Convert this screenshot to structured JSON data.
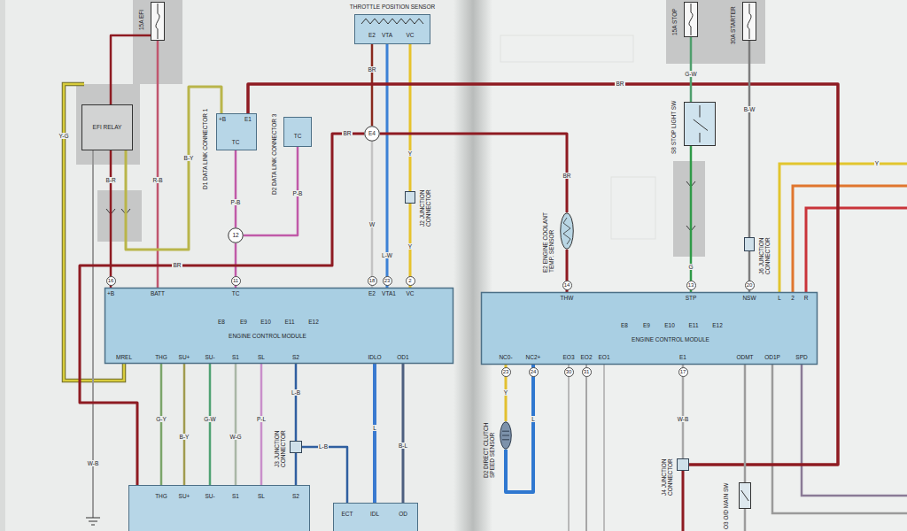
{
  "diagram": {
    "nodes": [
      {
        "text": [
          "15A EFI"
        ]
      },
      {
        "text": [
          "EFI RELAY"
        ]
      },
      {
        "text": [
          "THROTTLE POSITION SENSOR",
          "E2",
          "VTA",
          "VC"
        ]
      },
      {
        "text": [
          "D1 DATA LINK CONNECTOR 1",
          "+B",
          "E1",
          "TC"
        ]
      },
      {
        "text": [
          "D2 DATA LINK CONNECTOR 3",
          "TC"
        ]
      },
      {
        "text": [
          "E4"
        ]
      },
      {
        "text": [
          "J2 JUNCTION CONNECTOR"
        ]
      },
      {
        "text": [
          "12"
        ]
      },
      {
        "text": [
          "E8",
          "E9",
          "E10",
          "E11",
          "E12",
          "ENGINE CONTROL MODULE",
          "16",
          "+B",
          "BATT",
          "11",
          "TC",
          "18",
          "E2",
          "23",
          "VTA1",
          "2",
          "VC",
          "MREL",
          "THG",
          "SU+",
          "SU-",
          "S1",
          "SL",
          "S2",
          "IDLO",
          "OD1"
        ]
      },
      {
        "text": [
          "J3 JUNCTION CONNECTOR"
        ]
      },
      {
        "text": [
          "THG",
          "SU+",
          "SU-",
          "S1",
          "SL",
          "S2"
        ]
      },
      {
        "text": [
          "ECT",
          "IDL",
          "OD"
        ]
      },
      {
        "text": [
          "15A STOP"
        ]
      },
      {
        "text": [
          "30A STARTER"
        ]
      },
      {
        "text": [
          "S8 STOP LIGHT SW"
        ]
      },
      {
        "text": [
          "E2 ENGINE COOLANT TEMP. SENSOR"
        ]
      },
      {
        "text": [
          "J6 JUNCTION CONNECTOR"
        ]
      },
      {
        "text": [
          "E8",
          "E9",
          "E10",
          "E11",
          "E12",
          "ENGINE CONTROL MODULE",
          "14",
          "THW",
          "13",
          "STP",
          "20",
          "NSW",
          "L",
          "2",
          "R",
          "NC0-",
          "23",
          "NC2+",
          "24",
          "EO3",
          "30",
          "EO2",
          "31",
          "EO1",
          "E1",
          "17",
          "ODMT",
          "OD1P",
          "SPD"
        ]
      },
      {
        "text": [
          "D2 DIRECT CLUTCH SPEED SENSOR"
        ]
      },
      {
        "text": [
          "J4 JUNCTION CONNECTOR"
        ]
      },
      {
        "text": [
          "O3 O/D MAIN SW"
        ]
      }
    ],
    "edges": [
      {
        "from": 0,
        "to": 8,
        "arrow": "none"
      },
      {
        "from": 1,
        "to": 8,
        "arrow": "none"
      },
      {
        "from": 3,
        "to": 7,
        "arrow": "none"
      },
      {
        "from": 4,
        "to": 7,
        "arrow": "none"
      },
      {
        "from": 7,
        "to": 8,
        "arrow": "none"
      },
      {
        "from": 2,
        "to": 5,
        "arrow": "none"
      },
      {
        "from": 5,
        "to": 8,
        "arrow": "none"
      },
      {
        "from": 2,
        "to": 8,
        "arrow": "none"
      },
      {
        "from": 2,
        "to": 6,
        "arrow": "none"
      },
      {
        "from": 6,
        "to": 8,
        "arrow": "none"
      },
      {
        "from": 5,
        "to": 15,
        "arrow": "none"
      },
      {
        "from": 3,
        "to": 19,
        "arrow": "none"
      },
      {
        "from": 15,
        "to": 17,
        "arrow": "none"
      },
      {
        "from": 12,
        "to": 14,
        "arrow": "none"
      },
      {
        "from": 14,
        "to": 17,
        "arrow": "none"
      },
      {
        "from": 13,
        "to": 16,
        "arrow": "none"
      },
      {
        "from": 16,
        "to": 17,
        "arrow": "none"
      },
      {
        "from": 17,
        "to": 18,
        "arrow": "none"
      },
      {
        "from": 18,
        "to": 17,
        "arrow": "none"
      },
      {
        "from": 17,
        "to": 19,
        "arrow": "none"
      },
      {
        "from": 17,
        "to": 20,
        "arrow": "none"
      },
      {
        "from": 8,
        "to": 10,
        "arrow": "none"
      },
      {
        "from": 8,
        "to": 10,
        "arrow": "none"
      },
      {
        "from": 8,
        "to": 10,
        "arrow": "none"
      },
      {
        "from": 8,
        "to": 10,
        "arrow": "none"
      },
      {
        "from": 8,
        "to": 10,
        "arrow": "none"
      },
      {
        "from": 8,
        "to": 9,
        "arrow": "none"
      },
      {
        "from": 9,
        "to": 10,
        "arrow": "none"
      },
      {
        "from": 9,
        "to": 11,
        "arrow": "none"
      },
      {
        "from": 8,
        "to": 11,
        "arrow": "none"
      },
      {
        "from": 8,
        "to": 11,
        "arrow": "none"
      },
      {
        "from": 0,
        "to": 1,
        "arrow": "none"
      },
      {
        "from": 5,
        "to": 10,
        "arrow": "none"
      },
      {
        "from": 3,
        "to": 1,
        "arrow": "none"
      }
    ],
    "labels": [
      "Y-G",
      "W-B",
      "B-R",
      "R-B",
      "B-Y",
      "P-B",
      "P-B",
      "BR",
      "BR",
      "W",
      "L-W",
      "Y",
      "Y",
      "BR",
      "G-Y",
      "B-Y",
      "G-W",
      "W-G",
      "P-L",
      "L-B",
      "L-B",
      "L",
      "B-L",
      "BR",
      "G-W",
      "G",
      "B-W",
      "Y",
      "L",
      "W-B",
      "BR",
      "Y"
    ]
  }
}
